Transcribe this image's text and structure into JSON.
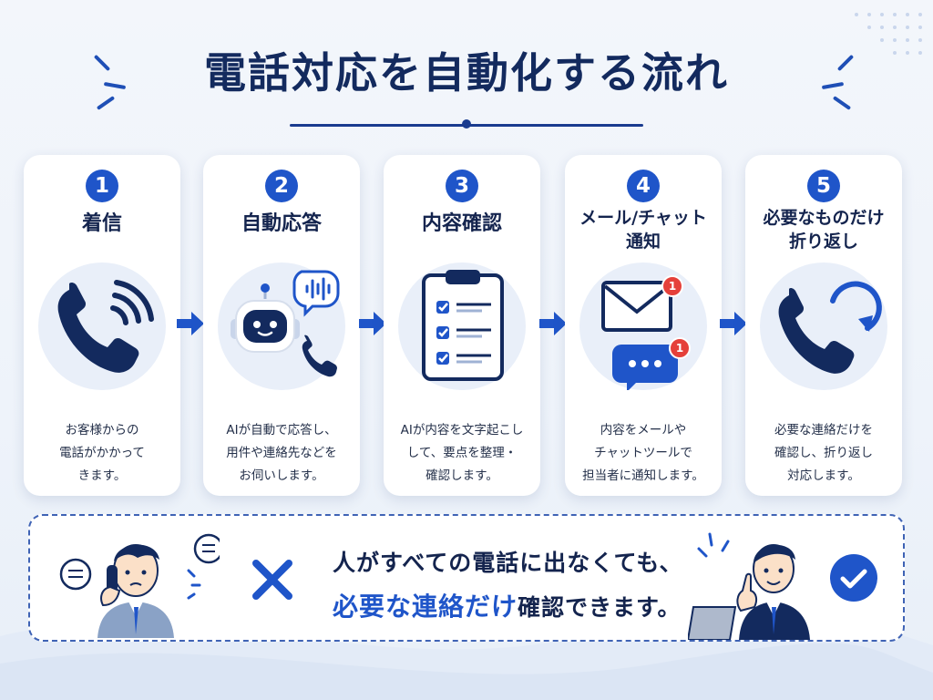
{
  "title": "電話対応を自動化する流れ",
  "colors": {
    "navy": "#14244e",
    "accent": "#1f55c9",
    "badge_red": "#e5403a",
    "icon_bg": "#e9eff9"
  },
  "steps": [
    {
      "number": "1",
      "title": "着信",
      "icon": "phone-ringing-icon",
      "description": "お客様からの\n電話がかかって\nきます。"
    },
    {
      "number": "2",
      "title": "自動応答",
      "icon": "ai-robot-voice-icon",
      "description": "AIが自動で応答し、\n用件や連絡先などを\nお伺いします。"
    },
    {
      "number": "3",
      "title": "内容確認",
      "icon": "clipboard-checklist-icon",
      "description": "AIが内容を文字起こし\nして、要点を整理・\n確認します。"
    },
    {
      "number": "4",
      "title": "メール/チャット\n通知",
      "icon": "mail-chat-notification-icon",
      "badge": "1",
      "description": "内容をメールや\nチャットツールで\n担当者に通知します。"
    },
    {
      "number": "5",
      "title": "必要なものだけ\n折り返し",
      "icon": "phone-callback-icon",
      "description": "必要な連絡だけを\n確認し、折り返し\n対応します。"
    }
  ],
  "summary": {
    "line1": "人がすべての電話に出なくても、",
    "line2_highlight": "必要な連絡だけ",
    "line2_rest": "確認できます。",
    "left_icon": "cross-icon",
    "right_icon": "check-circle-icon"
  }
}
